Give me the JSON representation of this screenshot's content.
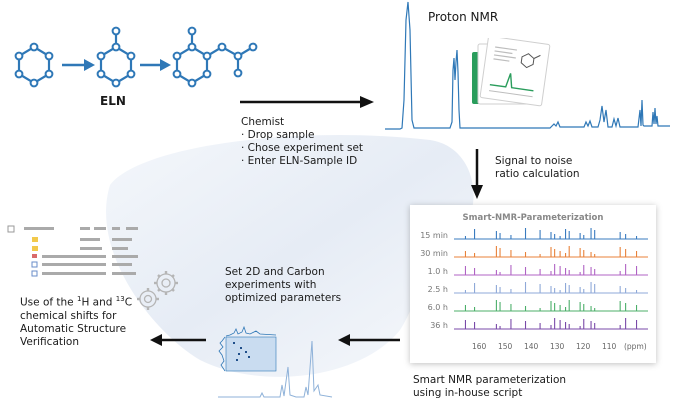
{
  "eln": {
    "label": "ELN"
  },
  "proton_nmr": {
    "label": "Proton NMR"
  },
  "chemist": {
    "title": "Chemist",
    "steps": [
      "· Drop sample",
      "· Chose experiment set",
      "· Enter ELN-Sample ID"
    ]
  },
  "signal": {
    "line1": "Signal to noise",
    "line2": "ratio calculation"
  },
  "smart_panel": {
    "title": "Smart-NMR-Parameterization",
    "rows": [
      "15 min",
      "30 min",
      "1.0 h",
      "2.5 h",
      "6.0 h",
      "36 h"
    ],
    "axis_ticks": [
      "160",
      "150",
      "140",
      "130",
      "120",
      "110"
    ],
    "axis_unit": "(ppm)",
    "row_colors": [
      "#3a7bbf",
      "#e8823a",
      "#b063c4",
      "#8fa9d8",
      "#4caf6a",
      "#7a4aa8"
    ]
  },
  "smart_caption": {
    "line1": "Smart NMR parameterization",
    "line2": "using in-house script"
  },
  "set2d": {
    "line1": "Set 2D and Carbon",
    "line2": "experiments with",
    "line3": "optimized parameters"
  },
  "use_text": {
    "line1_prefix": "Use of the ",
    "sup1": "1",
    "mid1": "H and ",
    "sup2": "13",
    "mid2": "C",
    "line2": "chemical shifts for",
    "line3": "Automatic Structure",
    "line4": "Verification"
  },
  "colors": {
    "accent": "#2f78b7",
    "arrow": "#111111",
    "blob": "#e9eef6"
  }
}
